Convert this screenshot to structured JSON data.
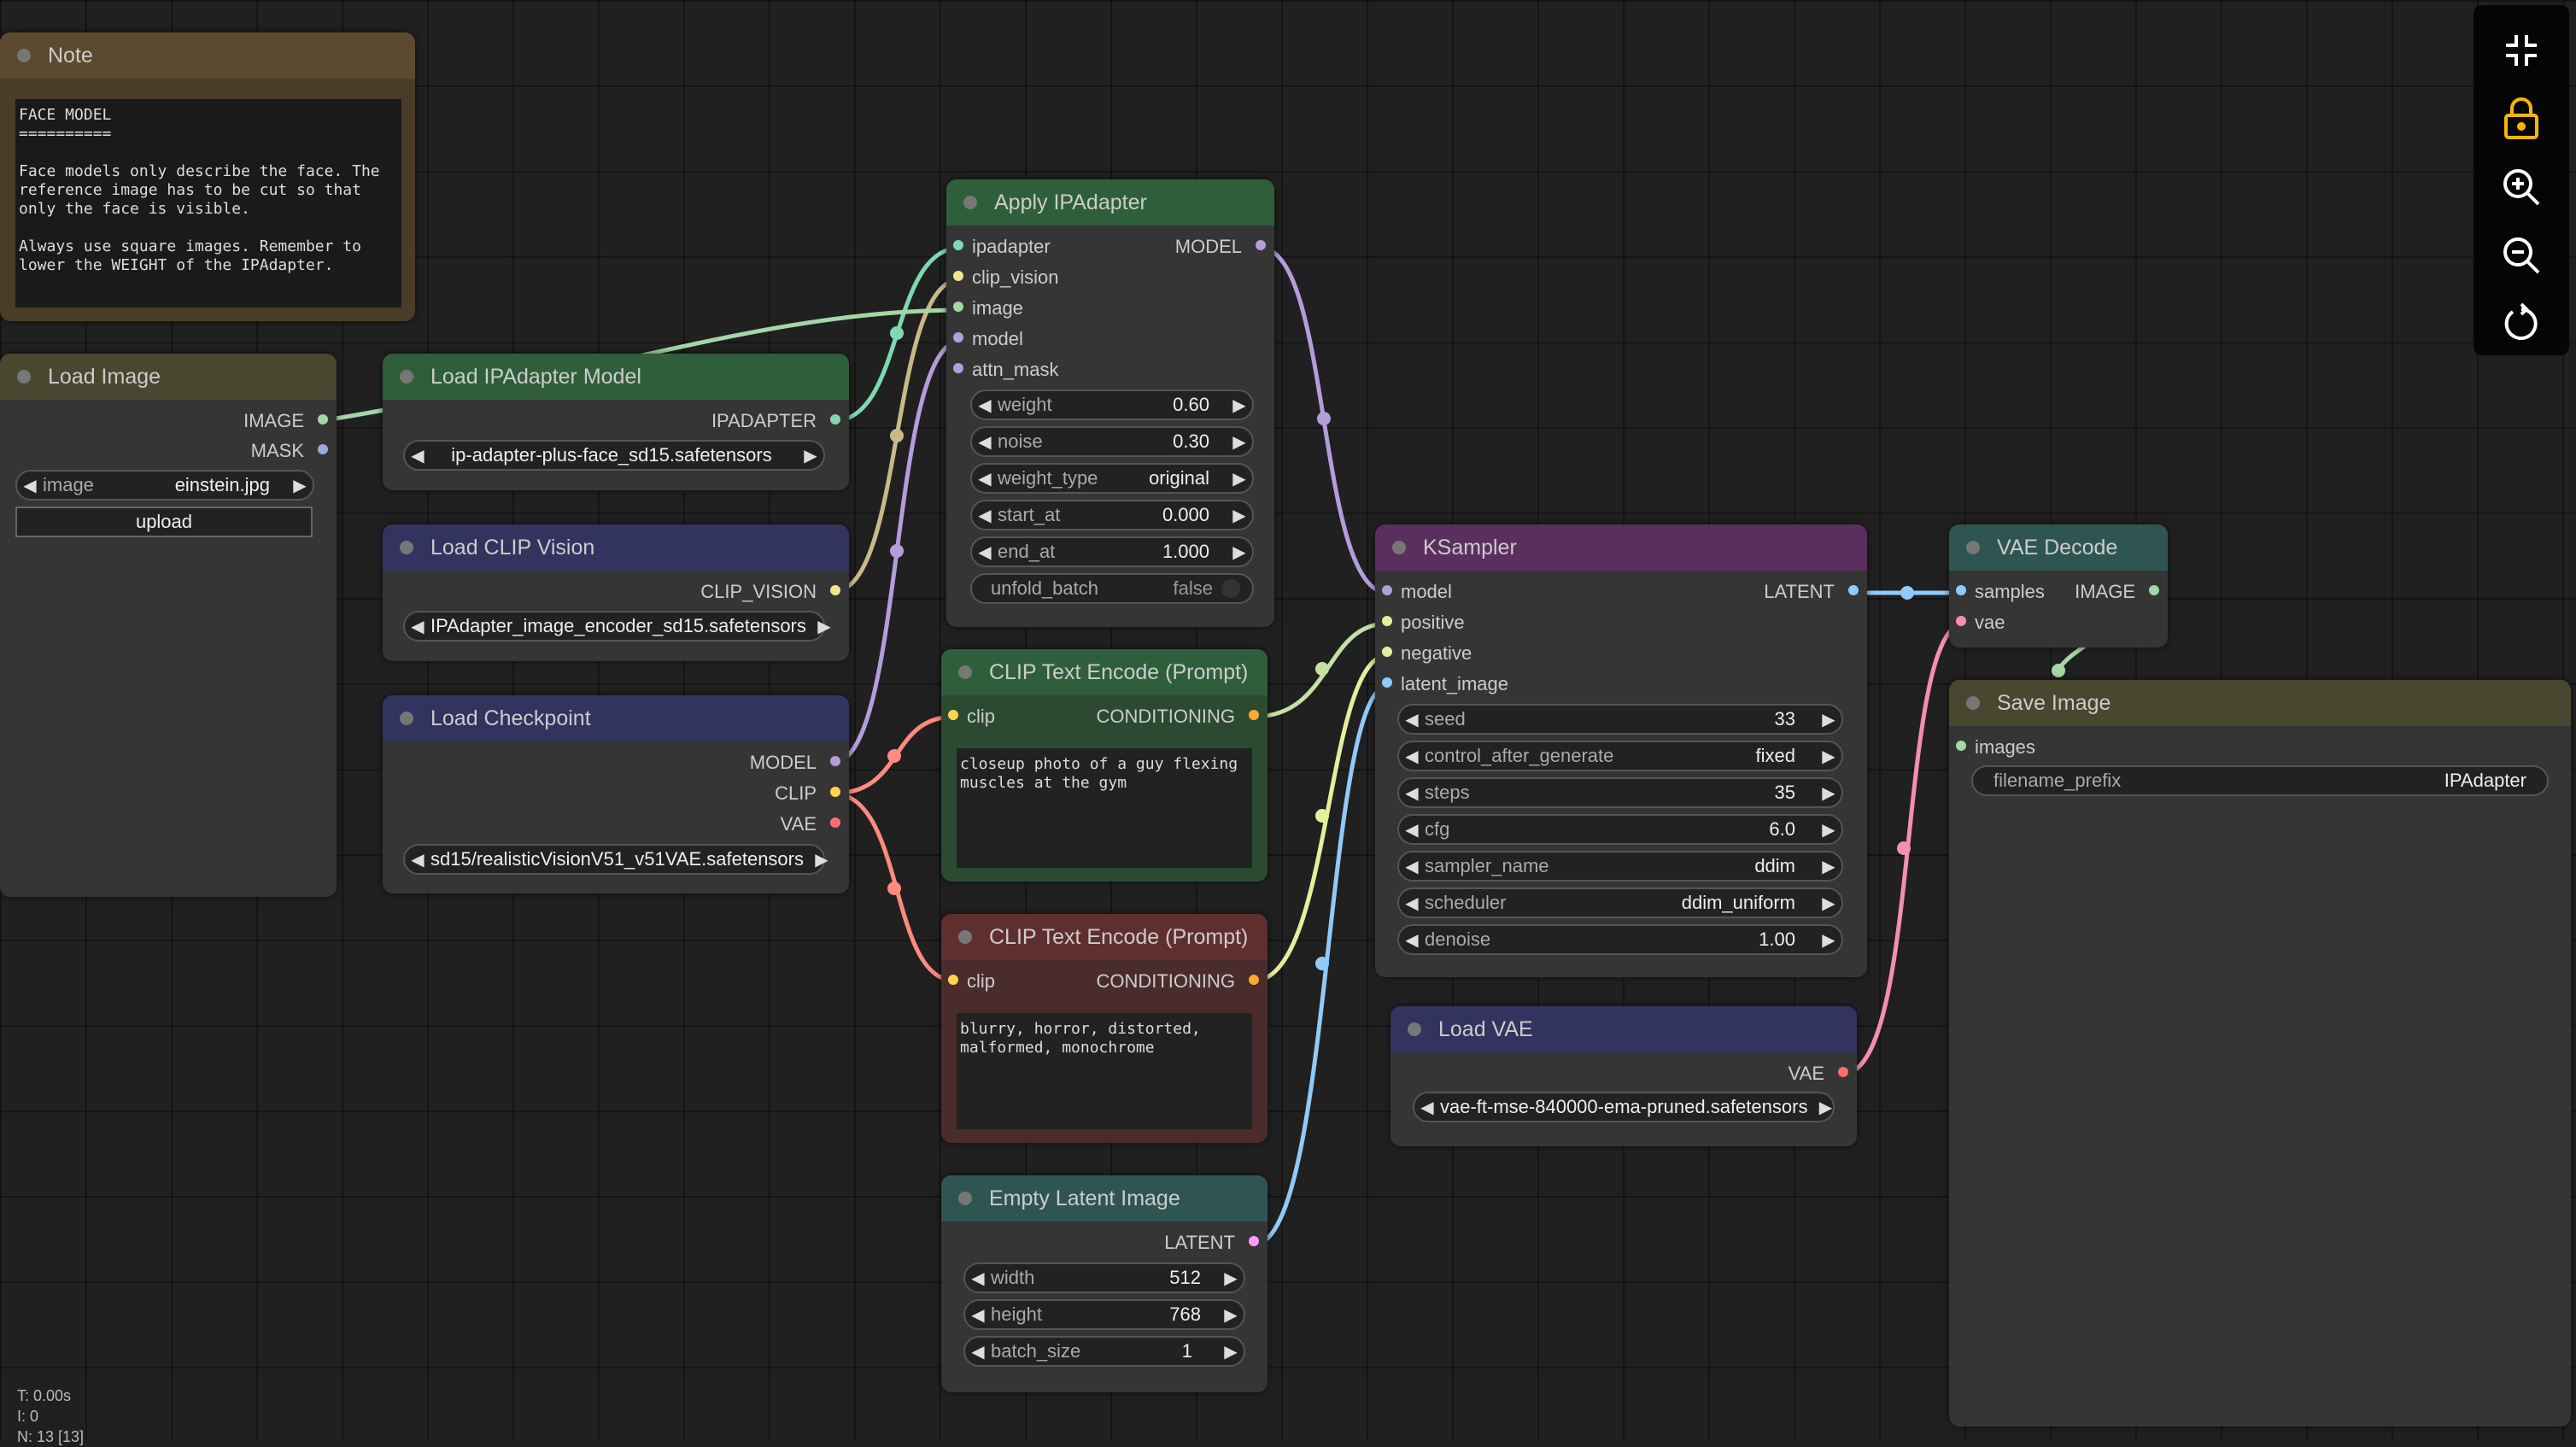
{
  "colors": {
    "model": "#b39ddb",
    "clip": "#ffd54f",
    "image": "#64b5f6",
    "ipadapter": "#7ed9b0",
    "clip_vision": "#a5d6a7",
    "conditioning": "#ffa931",
    "latent": "#ff9cf9",
    "vae": "#ff6e6e",
    "mask": "#81c784"
  },
  "note": {
    "title": "Note",
    "text": "FACE MODEL\n==========\n\nFace models only describe the face. The\nreference image has to be cut so that\nonly the face is visible.\n\nAlways use square images. Remember to\nlower the WEIGHT of the IPAdapter."
  },
  "load_image": {
    "title": "Load Image",
    "out_image": "IMAGE",
    "out_mask": "MASK",
    "image_label": "image",
    "image_value": "einstein.jpg",
    "upload": "upload"
  },
  "load_ipadapter": {
    "title": "Load IPAdapter Model",
    "out": "IPADAPTER",
    "value": "ip-adapter-plus-face_sd15.safetensors"
  },
  "load_clip_vision": {
    "title": "Load CLIP Vision",
    "out": "CLIP_VISION",
    "value": "IPAdapter_image_encoder_sd15.safetensors"
  },
  "load_checkpoint": {
    "title": "Load Checkpoint",
    "out_model": "MODEL",
    "out_clip": "CLIP",
    "out_vae": "VAE",
    "value": "sd15/realisticVisionV51_v51VAE.safetensors"
  },
  "apply_ipadapter": {
    "title": "Apply IPAdapter",
    "in_ipadapter": "ipadapter",
    "in_clip_vision": "clip_vision",
    "in_image": "image",
    "in_model": "model",
    "in_attn_mask": "attn_mask",
    "out_model": "MODEL",
    "widgets": [
      {
        "label": "weight",
        "value": "0.60"
      },
      {
        "label": "noise",
        "value": "0.30"
      },
      {
        "label": "weight_type",
        "value": "original"
      },
      {
        "label": "start_at",
        "value": "0.000"
      },
      {
        "label": "end_at",
        "value": "1.000"
      }
    ],
    "unfold_label": "unfold_batch",
    "unfold_value": "false"
  },
  "clip_pos": {
    "title": "CLIP Text Encode (Prompt)",
    "in": "clip",
    "out": "CONDITIONING",
    "text": "closeup photo of a guy flexing\nmuscles at the gym"
  },
  "clip_neg": {
    "title": "CLIP Text Encode (Prompt)",
    "in": "clip",
    "out": "CONDITIONING",
    "text": "blurry, horror, distorted,\nmalformed, monochrome"
  },
  "empty_latent": {
    "title": "Empty Latent Image",
    "out": "LATENT",
    "widgets": [
      {
        "label": "width",
        "value": "512"
      },
      {
        "label": "height",
        "value": "768"
      },
      {
        "label": "batch_size",
        "value": "1"
      }
    ]
  },
  "ksampler": {
    "title": "KSampler",
    "in_model": "model",
    "in_positive": "positive",
    "in_negative": "negative",
    "in_latent": "latent_image",
    "out": "LATENT",
    "widgets": [
      {
        "label": "seed",
        "value": "33"
      },
      {
        "label": "control_after_generate",
        "value": "fixed"
      },
      {
        "label": "steps",
        "value": "35"
      },
      {
        "label": "cfg",
        "value": "6.0"
      },
      {
        "label": "sampler_name",
        "value": "ddim"
      },
      {
        "label": "scheduler",
        "value": "ddim_uniform"
      },
      {
        "label": "denoise",
        "value": "1.00"
      }
    ]
  },
  "load_vae": {
    "title": "Load VAE",
    "out": "VAE",
    "value": "vae-ft-mse-840000-ema-pruned.safetensors"
  },
  "vae_decode": {
    "title": "VAE Decode",
    "in_samples": "samples",
    "in_vae": "vae",
    "out": "IMAGE"
  },
  "save_image": {
    "title": "Save Image",
    "in": "images",
    "prefix_label": "filename_prefix",
    "prefix_value": "IPAdapter"
  },
  "toolbar": {
    "icons": [
      "collapse-icon",
      "lock-icon",
      "zoom-in-icon",
      "zoom-out-icon",
      "reset-view-icon"
    ]
  },
  "stats": {
    "time": "T: 0.00s",
    "iter": "I: 0",
    "nodes": "N: 13 [13]"
  }
}
